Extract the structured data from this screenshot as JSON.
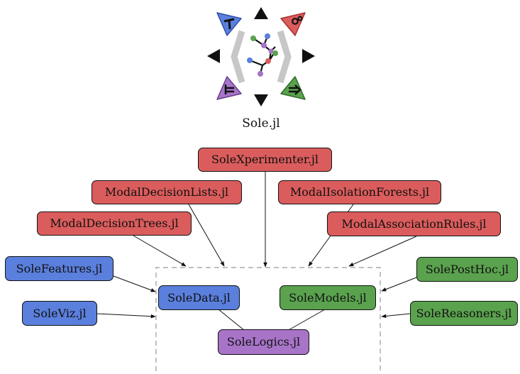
{
  "logo": {
    "caption": "Sole.jl",
    "colors": {
      "blue": "#5a7fdc",
      "red": "#db5c5c",
      "green": "#5aa24e",
      "purple": "#a774c8",
      "gray": "#c7c7c7"
    }
  },
  "diagram": {
    "top_nodes": {
      "xperimenter": "SoleXperimenter.jl",
      "decision_lists": "ModalDecisionLists.jl",
      "isolation_forests": "ModalIsolationForests.jl",
      "decision_trees": "ModalDecisionTrees.jl",
      "association_rules": "ModalAssociationRules.jl"
    },
    "left_nodes": {
      "features": "SoleFeatures.jl",
      "viz": "SoleViz.jl"
    },
    "right_nodes": {
      "posthoc": "SolePostHoc.jl",
      "reasoners": "SoleReasoners.jl"
    },
    "core_nodes": {
      "data": "SoleData.jl",
      "models": "SoleModels.jl",
      "logics": "SoleLogics.jl"
    }
  }
}
